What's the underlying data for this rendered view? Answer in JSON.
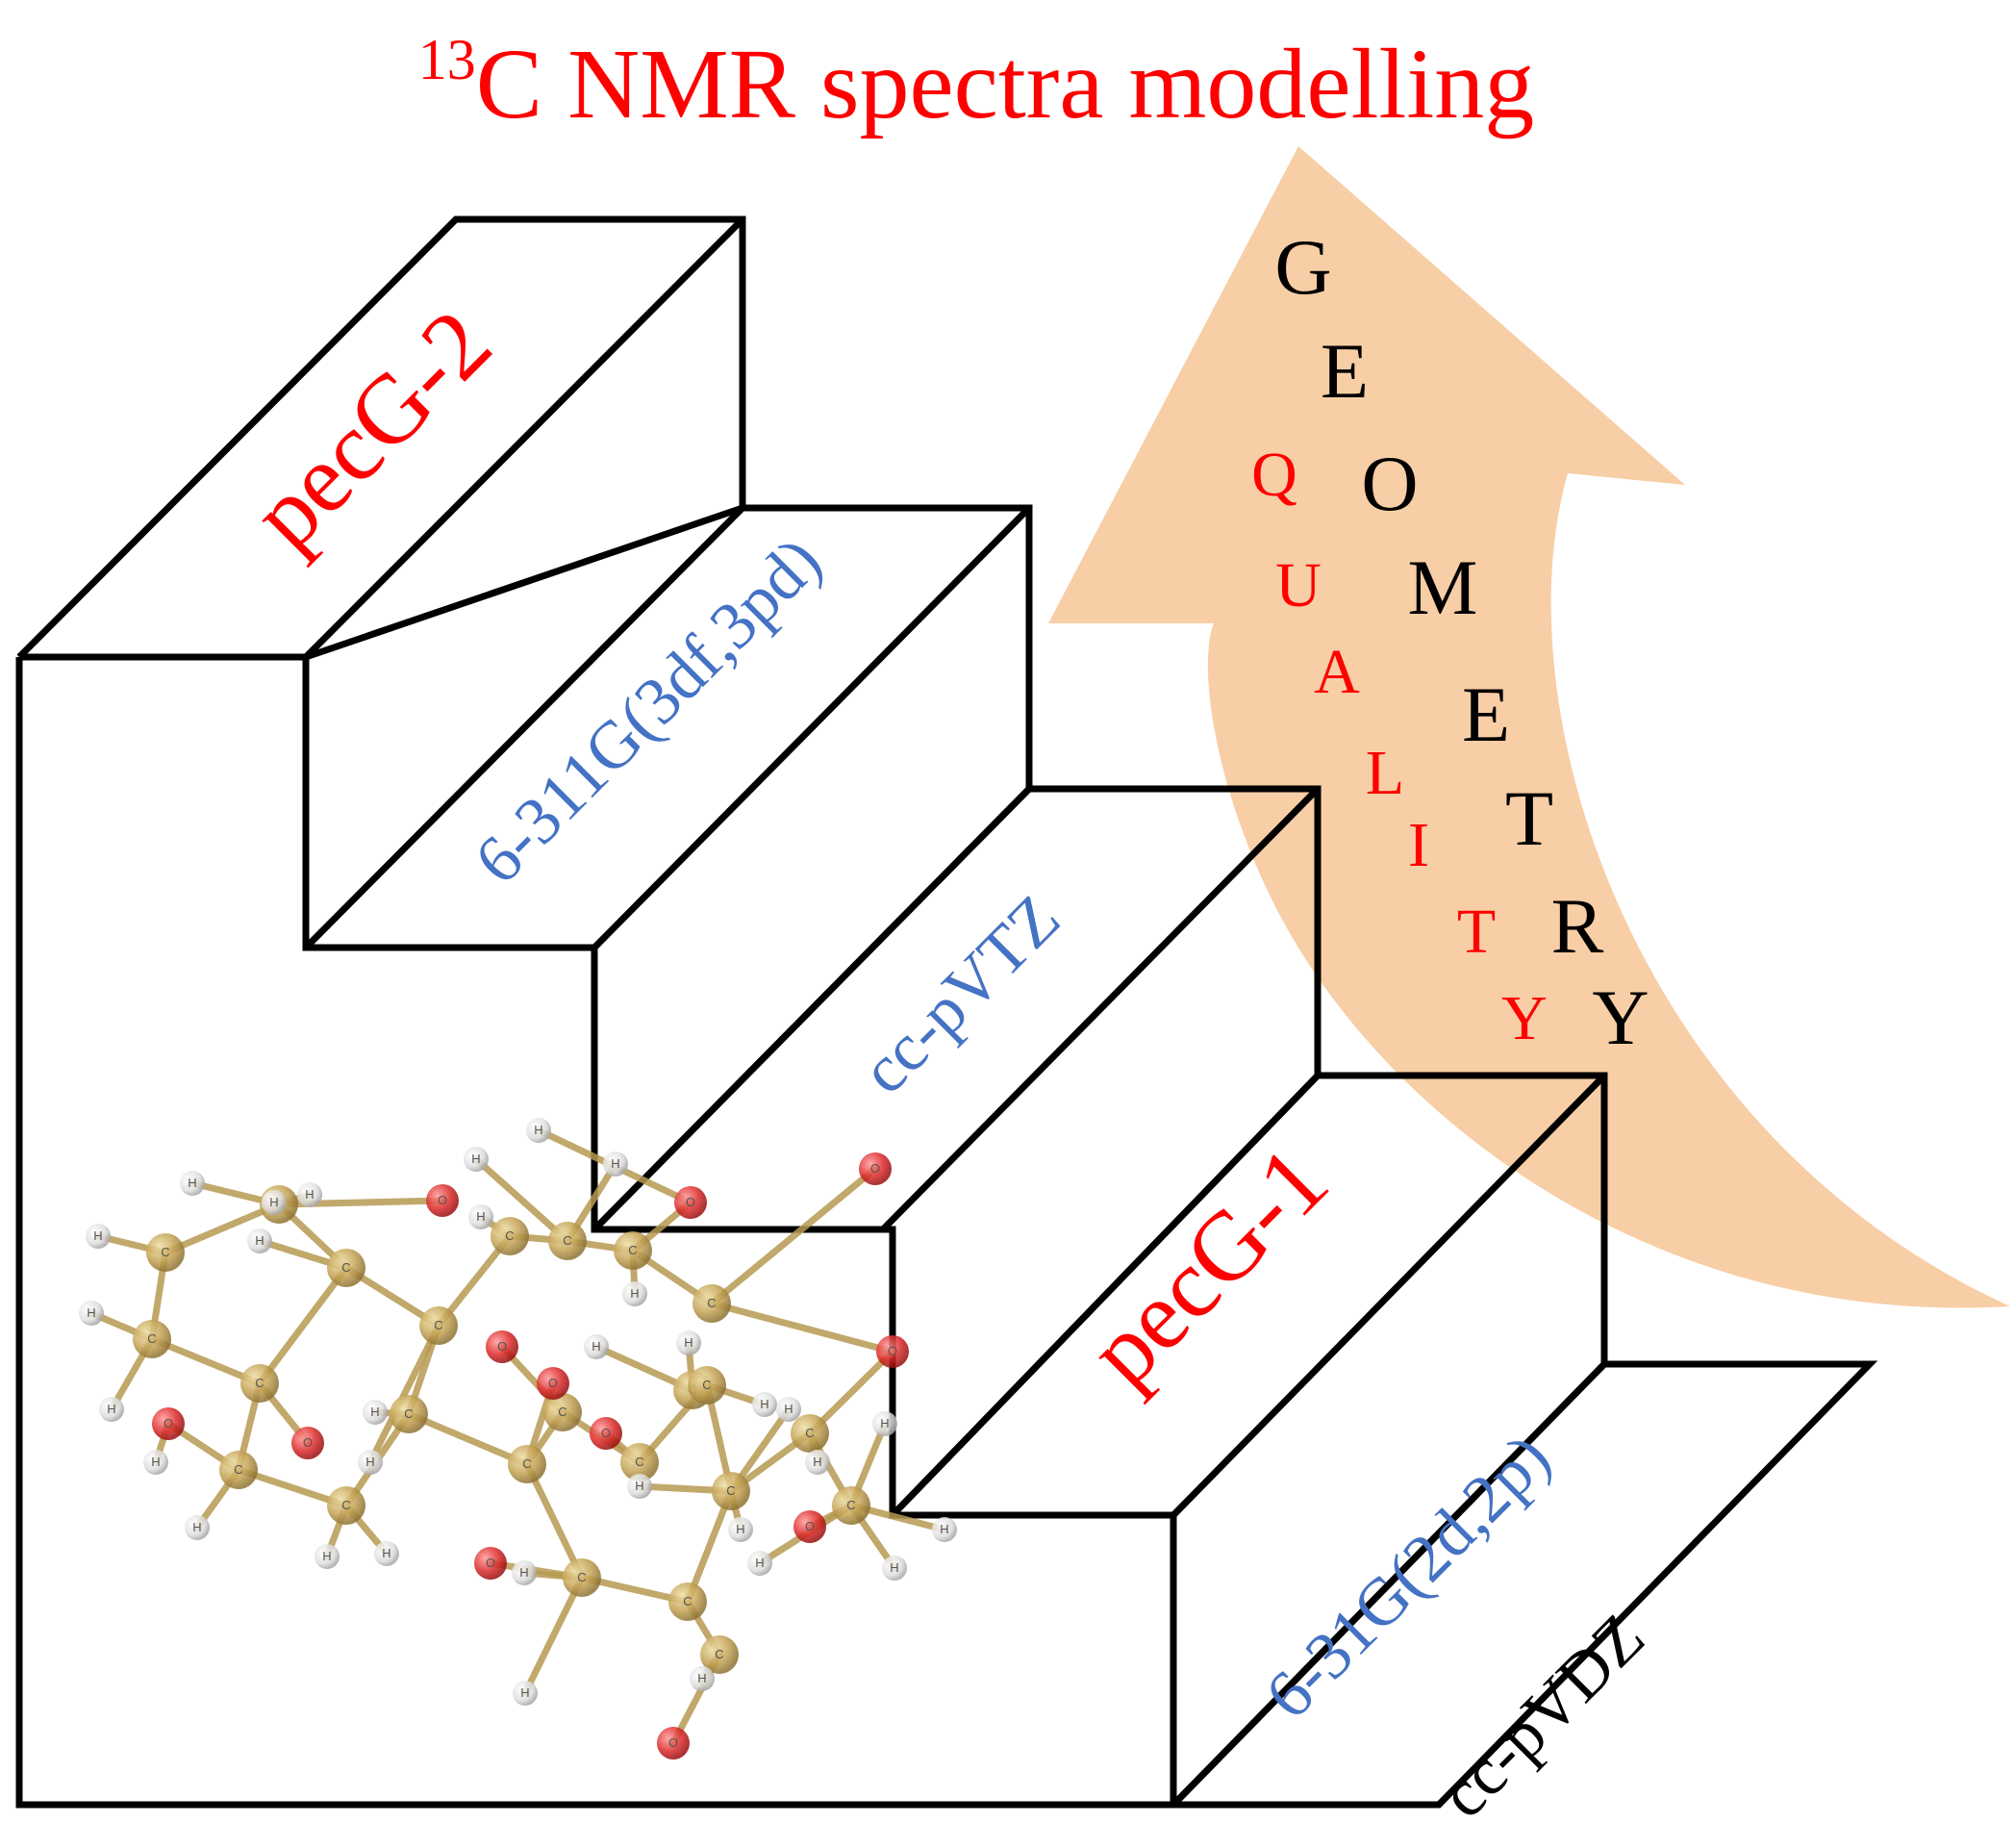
{
  "title": {
    "superscript": "13",
    "text": "C NMR spectra modelling",
    "color": "#ff0000"
  },
  "steps": {
    "level1_face": "pecG-2",
    "level2_face": "6-311G(3df,3pd)",
    "level3_face": "cc-pVTZ",
    "level4_face": "pecG-1",
    "level5_face": "6-31G(2d,2p)",
    "level6_face": "cc-pVDZ"
  },
  "arrow": {
    "color": "#f6c99b",
    "geometry_letters": [
      "G",
      "E",
      "O",
      "M",
      "E",
      "T",
      "R",
      "Y"
    ],
    "quality_letters": [
      "Q",
      "U",
      "A",
      "L",
      "I",
      "T",
      "Y"
    ]
  },
  "colors": {
    "red": "#ff0000",
    "blue": "#4472c4",
    "black": "#000000"
  },
  "molecule": {
    "icon": "ball-and-stick-molecule",
    "carbon_label": "C",
    "hydrogen_label": "H",
    "oxygen_label": "O"
  }
}
